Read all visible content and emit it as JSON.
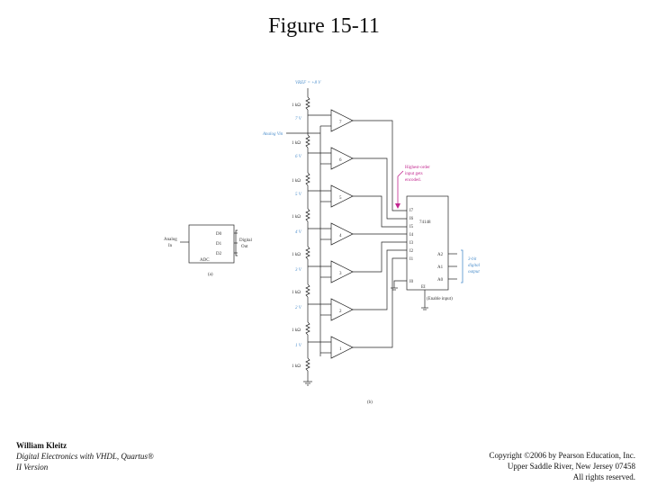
{
  "figure_title": "Figure 15-11",
  "adc_block": {
    "input_label_line1": "Analog",
    "input_label_line2": "In",
    "outputs": [
      "D0",
      "D1",
      "D2"
    ],
    "block_name": "ADC",
    "output_label_line1": "Digital",
    "output_label_line2": "Out",
    "part_label": "(a)"
  },
  "circuit": {
    "supply_label": "VREF = +8 V",
    "analog_in_label": "Analog Vin",
    "resistor_label": "1 kΩ",
    "tap_voltages": [
      "7 V",
      "6 V",
      "5 V",
      "4 V",
      "3 V",
      "2 V",
      "1 V"
    ],
    "comparator_numbers": [
      "7",
      "6",
      "5",
      "4",
      "3",
      "2",
      "1"
    ],
    "encoder_part": "74148",
    "encoder_inputs": [
      "I7",
      "I6",
      "I5",
      "I4",
      "I3",
      "I2",
      "I1",
      "I0"
    ],
    "encoder_outputs": [
      "A2",
      "A1",
      "A0"
    ],
    "enable_pin": "EI",
    "enable_note": "(Enable input)",
    "priority_note_line1": "Highest-order",
    "priority_note_line2": "input gets",
    "priority_note_line3": "encoded.",
    "output_note_line1": "3-bit",
    "output_note_line2": "digital",
    "output_note_line3": "output",
    "part_label": "(b)"
  },
  "footer": {
    "author": "William Kleitz",
    "book_line1": "Digital Electronics with VHDL, Quartus®",
    "book_line2": "II Version",
    "copyright_line1": "Copyright ©2006 by Pearson Education, Inc.",
    "copyright_line2": "Upper Saddle River, New Jersey 07458",
    "copyright_line3": "All rights reserved."
  },
  "colors": {
    "annotation_blue": "#4d8fcc",
    "annotation_magenta": "#c2268f",
    "line": "#222222"
  }
}
